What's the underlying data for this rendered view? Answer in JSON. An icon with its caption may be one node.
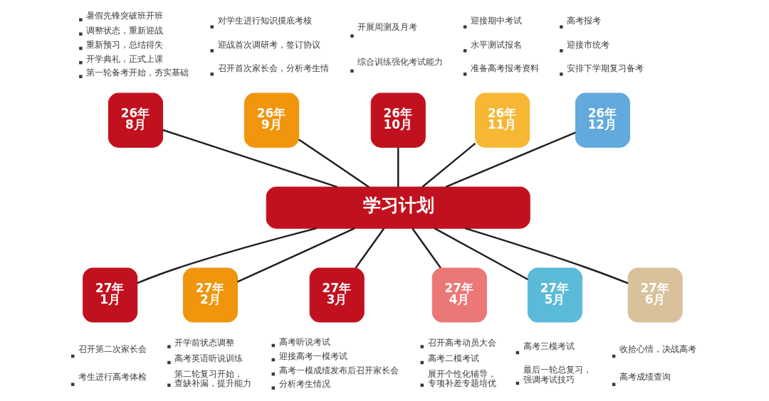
{
  "diagram": {
    "nodes": [
      {
        "text": [
          "26年",
          "8月"
        ],
        "beside": [
          "暑假先锋突破班开班",
          "调整状态，重新迎战",
          "重新预习，总结得失",
          "开学典礼，正式上课",
          "第一轮备考开始，夯实基础"
        ]
      },
      {
        "text": [
          "26年",
          "9月"
        ],
        "beside": [
          "对学生进行知识摸底考核",
          "迎战首次调研考，签订协议",
          "召开首次家长会，分析考生情"
        ]
      },
      {
        "text": [
          "26年",
          "10月"
        ],
        "beside": [
          "开展周测及月考",
          "综合训练强化考试能力"
        ]
      },
      {
        "text": [
          "26年",
          "11月"
        ],
        "beside": [
          "迎接期中考试",
          "水平测试报名",
          "准备高考报考资料"
        ]
      },
      {
        "text": [
          "26年",
          "12月"
        ],
        "beside": [
          "高考报考",
          "迎接市统考",
          "安排下学期复习备考"
        ]
      },
      {
        "text": [
          "学习计划"
        ]
      },
      {
        "text": [
          "27年",
          "1月"
        ],
        "beside": [
          "召开第二次家长会",
          "考生进行高考体检"
        ]
      },
      {
        "text": [
          "27年",
          "2月"
        ],
        "beside": [
          "开学前状态调整",
          "高考英语听说训练",
          "第二轮复习开始，查缺补漏，提升能力"
        ]
      },
      {
        "text": [
          "27年",
          "3月"
        ],
        "beside": [
          "高考听说考试",
          "迎接高考一模考试",
          "高考一模成绩发布后召开家长会",
          "分析考生情况"
        ]
      },
      {
        "text": [
          "27年",
          "4月"
        ],
        "beside": [
          "召开高考动员大会",
          "高考二模考试",
          "展开个性化辅导，专项补差专题培优"
        ]
      },
      {
        "text": [
          "27年",
          "5月"
        ],
        "beside": [
          "高考三模考试",
          "最后一轮总复习，强调考试技巧"
        ]
      },
      {
        "text": [
          "27年",
          "6月"
        ],
        "beside": [
          "收拾心情，决战高考",
          "高考成绩查询"
        ]
      }
    ],
    "edges": [
      {
        "from": 0,
        "to": 5,
        "arrow": "none"
      },
      {
        "from": 1,
        "to": 5,
        "arrow": "none"
      },
      {
        "from": 2,
        "to": 5,
        "arrow": "none"
      },
      {
        "from": 3,
        "to": 5,
        "arrow": "none"
      },
      {
        "from": 4,
        "to": 5,
        "arrow": "none"
      },
      {
        "from": 5,
        "to": 6,
        "arrow": "none"
      },
      {
        "from": 5,
        "to": 7,
        "arrow": "none"
      },
      {
        "from": 5,
        "to": 8,
        "arrow": "none"
      },
      {
        "from": 5,
        "to": 9,
        "arrow": "none"
      },
      {
        "from": 5,
        "to": 10,
        "arrow": "none"
      },
      {
        "from": 5,
        "to": 11,
        "arrow": "none"
      }
    ]
  }
}
